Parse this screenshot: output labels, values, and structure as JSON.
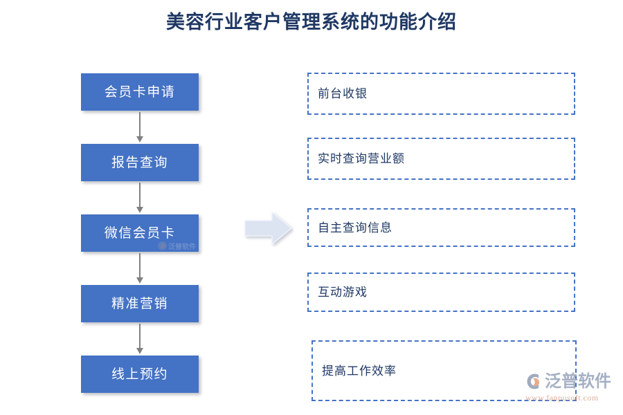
{
  "title": "美容行业客户管理系统的功能介绍",
  "theme": {
    "box_fill": "#4472C4",
    "box_text": "#FFFFFF",
    "dashed_border": "#4472C4",
    "dashed_text": "#1F3864",
    "title_color": "#1F3864",
    "connector_color": "#808080",
    "arrow_fill": "#DCE3F1",
    "background": "#FFFFFF"
  },
  "flow": {
    "steps": [
      {
        "label": "会员卡申请"
      },
      {
        "label": "报告查询"
      },
      {
        "label": "微信会员卡"
      },
      {
        "label": "精准营销"
      },
      {
        "label": "线上预约"
      }
    ]
  },
  "benefits": {
    "items": [
      {
        "label": "前台收银"
      },
      {
        "label": "实时查询营业额"
      },
      {
        "label": "自主查询信息"
      },
      {
        "label": "互动游戏"
      },
      {
        "label": "提高工作效率"
      }
    ]
  },
  "arrow": {
    "icon": "right-block-arrow-icon"
  },
  "watermark": {
    "brand": "泛普软件",
    "url": "www.fanpusoft.com"
  }
}
